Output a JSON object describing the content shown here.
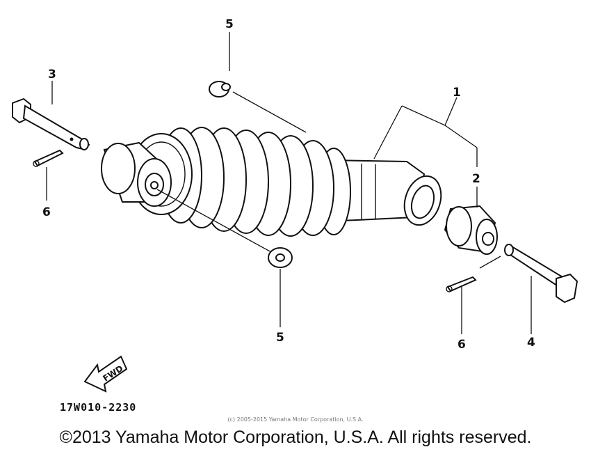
{
  "diagram": {
    "callouts": [
      "1",
      "2",
      "3",
      "4",
      "5",
      "5",
      "6",
      "6"
    ],
    "fwd_label": "FWD",
    "drawing_code": "17W010-2230"
  },
  "footer": {
    "small_copyright": "(c) 2005-2015 Yamaha Motor Corporation, U.S.A.",
    "copyright": "©2013 Yamaha Motor Corporation, U.S.A. All rights reserved."
  }
}
